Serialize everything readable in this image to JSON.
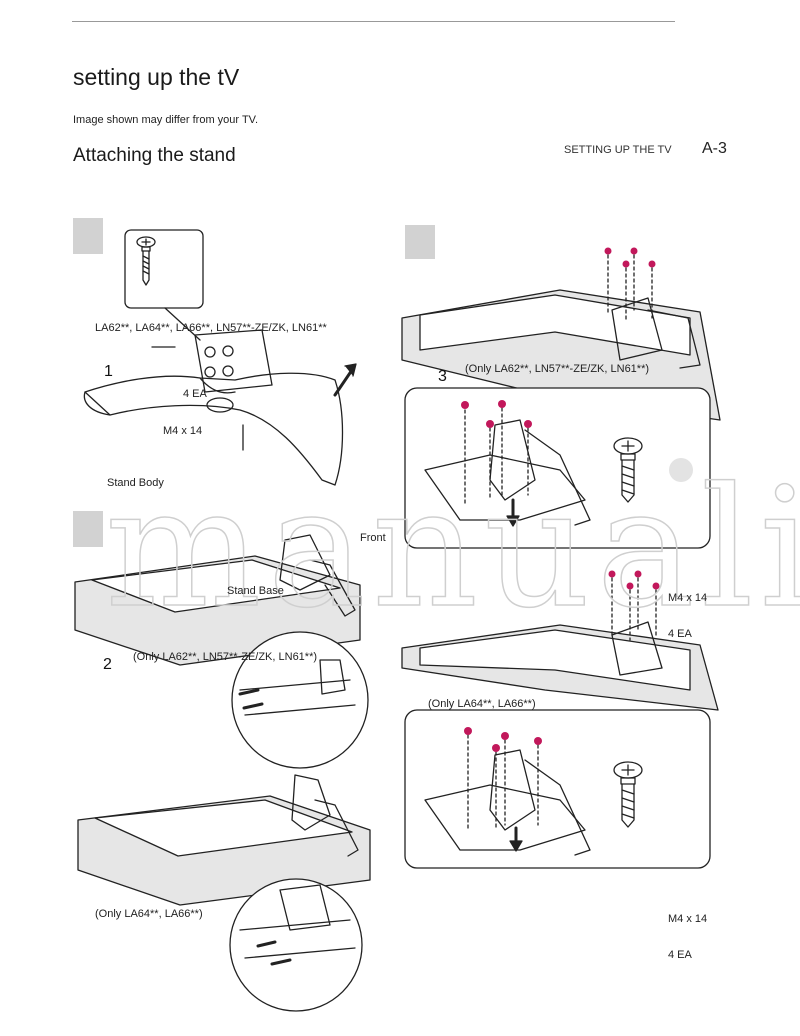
{
  "header": {
    "title": "setting up the tV",
    "note": "Image shown may differ from your TV.",
    "subtitle": "Attaching the stand",
    "section_label": "SETTING UP THE TV",
    "page_number": "A-3"
  },
  "steps": {
    "s1": "1",
    "s2": "2",
    "s3": "3"
  },
  "labels": {
    "models_top": "LA62**, LA64**, LA66**, LN57**-ZE/ZK, LN61**",
    "ea_1": "4 EA",
    "screw_1": "M4 x 14",
    "stand_body": "Stand Body",
    "front": "Front",
    "stand_base": "Stand Base",
    "only_la62_a": "(Only LA62**, LN57**-ZE/ZK, LN61**)",
    "only_la64_a": "(Only LA64**, LA66**)",
    "only_la62_b": "(Only LA62**, LN57**-ZE/ZK, LN61**)",
    "screw_2": "M4 x 14",
    "ea_2": "4 EA",
    "only_la64_b": "(Only LA64**, LA66**)",
    "screw_3": "M4 x 14",
    "ea_3": "4 EA"
  },
  "watermark": "manuali"
}
